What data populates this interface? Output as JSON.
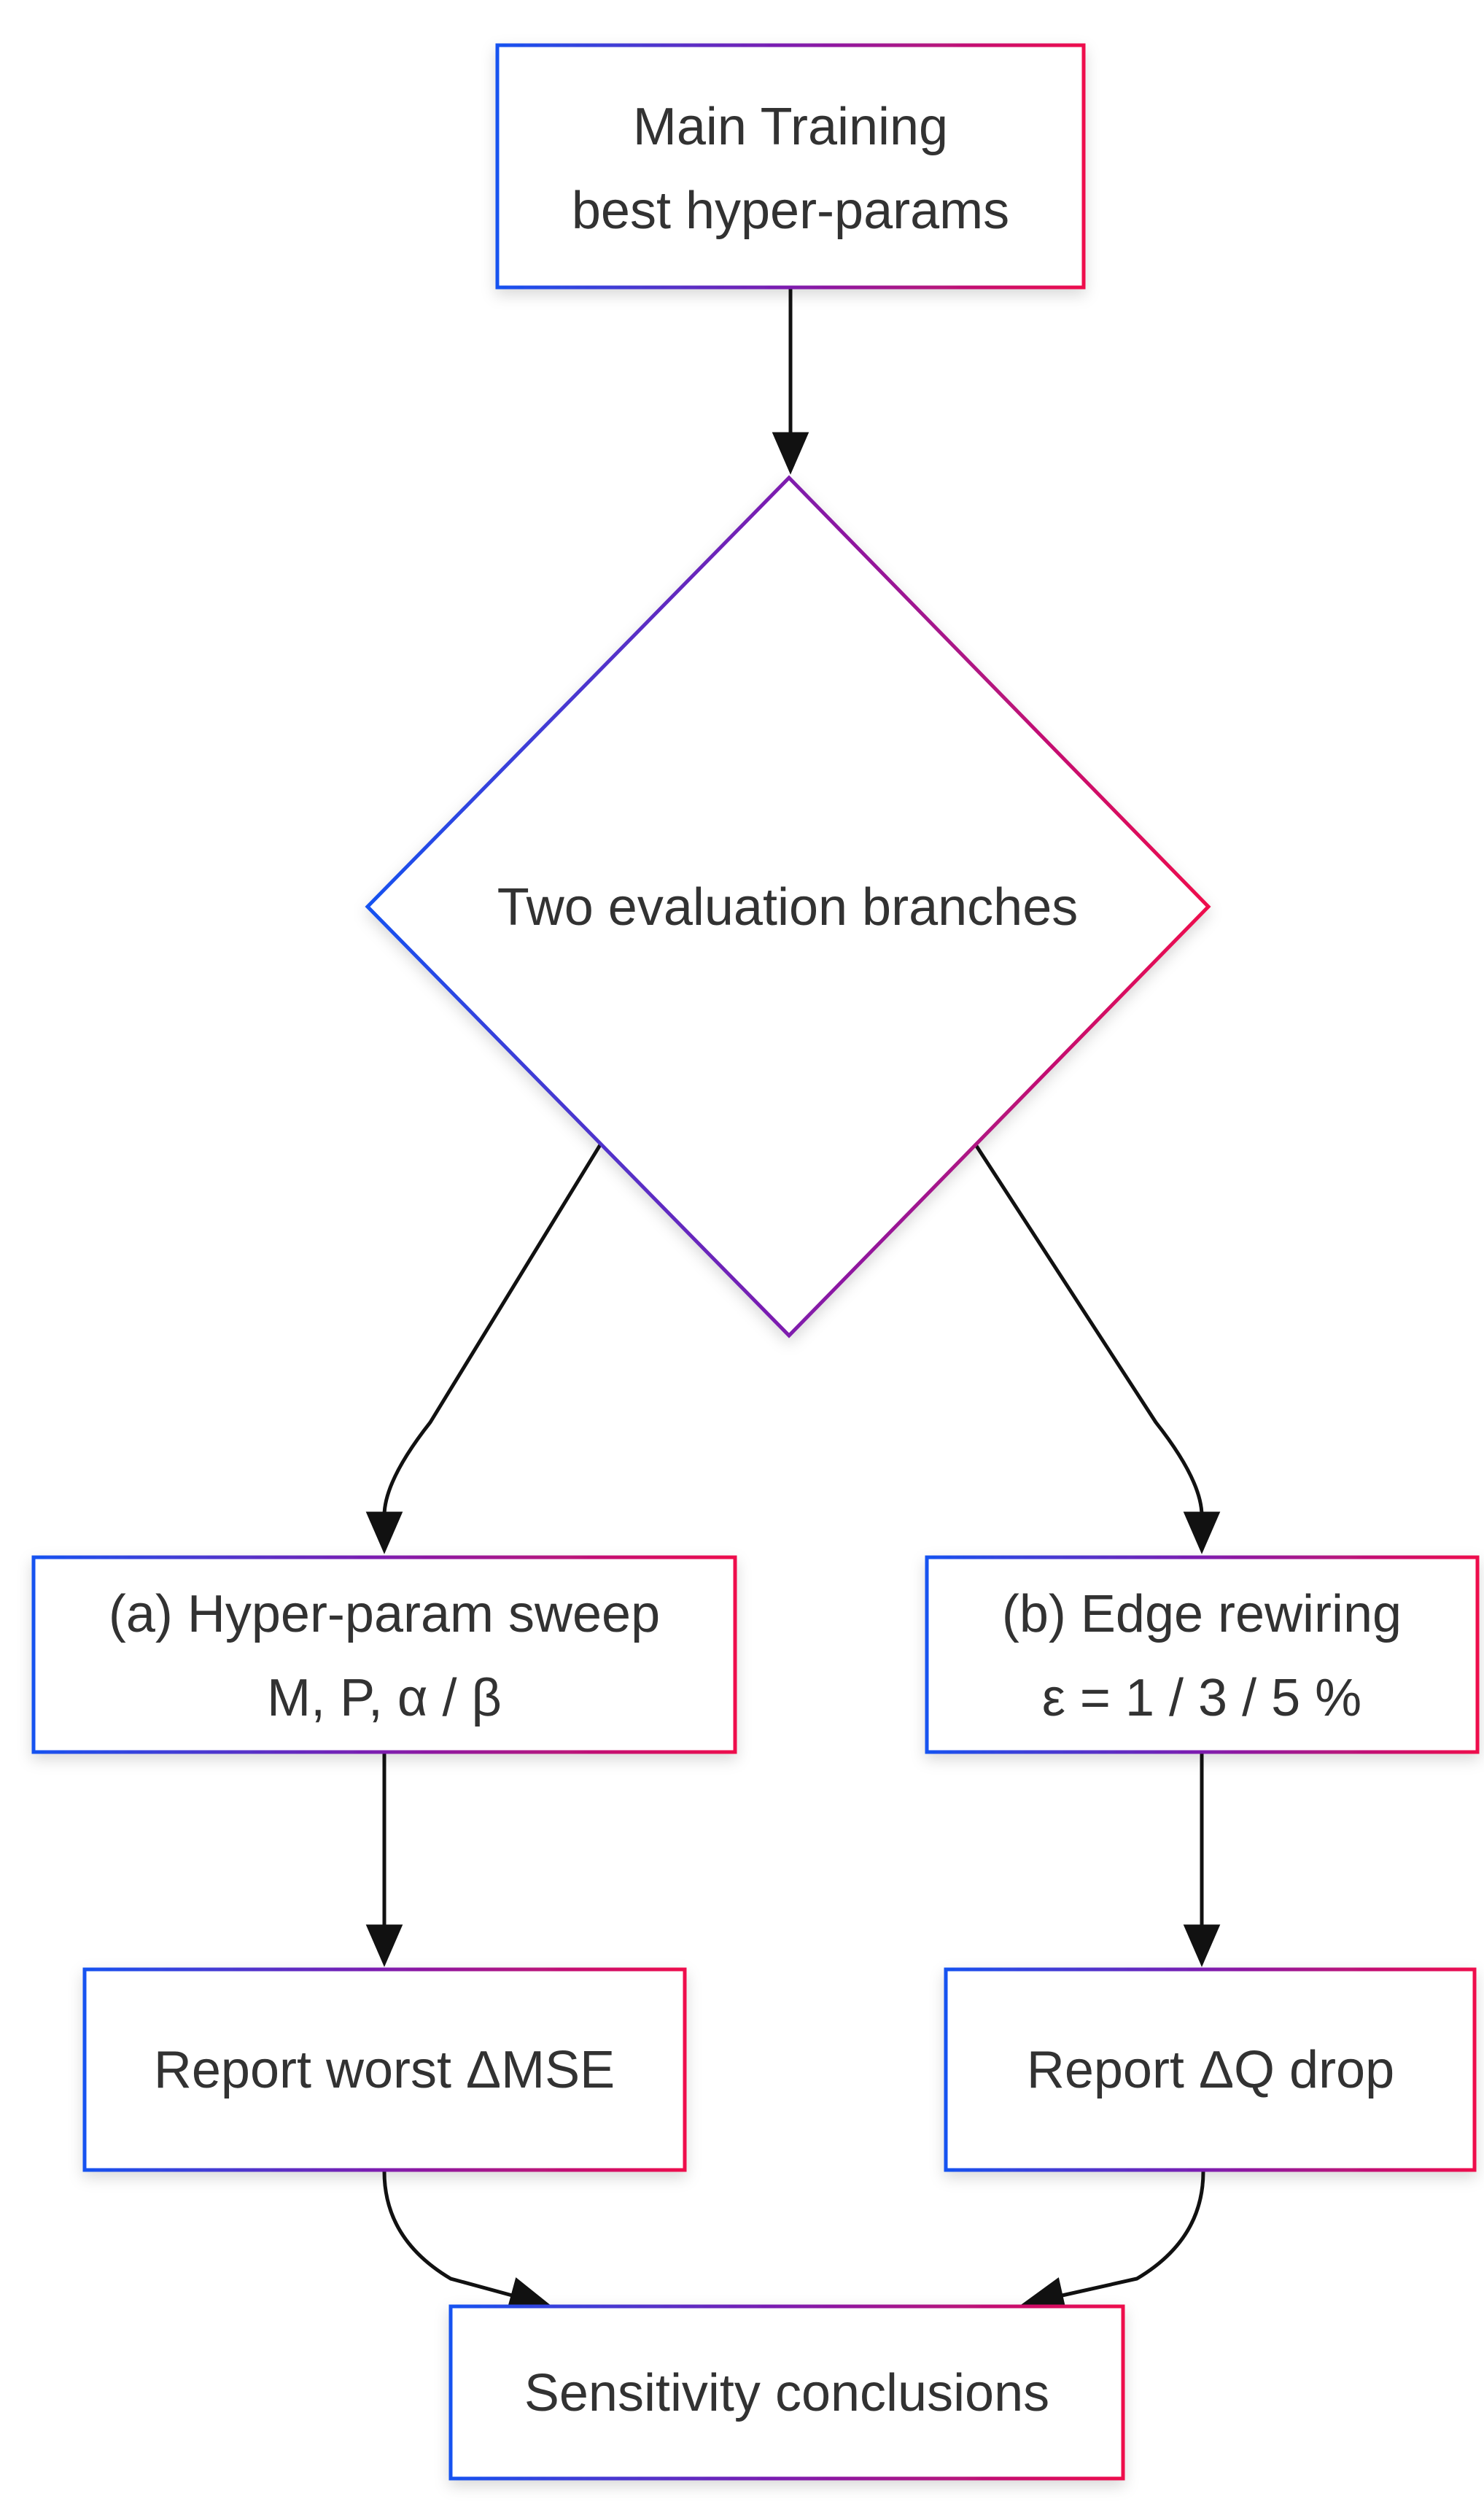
{
  "diagram": {
    "kind": "flowchart",
    "accent_colors": {
      "border_blue": "#1652f0",
      "border_purple": "#7e1bae",
      "border_red": "#ee0a4c",
      "edge_black": "#111111",
      "text_gray": "#323232"
    },
    "nodes": {
      "main": {
        "shape": "rect",
        "line1": "Main Training",
        "line2": "best hyper-params"
      },
      "decision": {
        "shape": "diamond",
        "label": "Two evaluation branches"
      },
      "sweep": {
        "shape": "rect",
        "line1": "(a) Hyper-param sweep",
        "line2": "M, P, α / β"
      },
      "rewiring": {
        "shape": "rect",
        "line1": "(b) Edge rewiring",
        "line2": "ε = 1 / 3 / 5 %"
      },
      "report_mse": {
        "shape": "rect",
        "label": "Report worst ΔMSE"
      },
      "report_q": {
        "shape": "rect",
        "label": "Report ΔQ drop"
      },
      "conclusions": {
        "shape": "rect",
        "label": "Sensitivity conclusions"
      }
    }
  }
}
